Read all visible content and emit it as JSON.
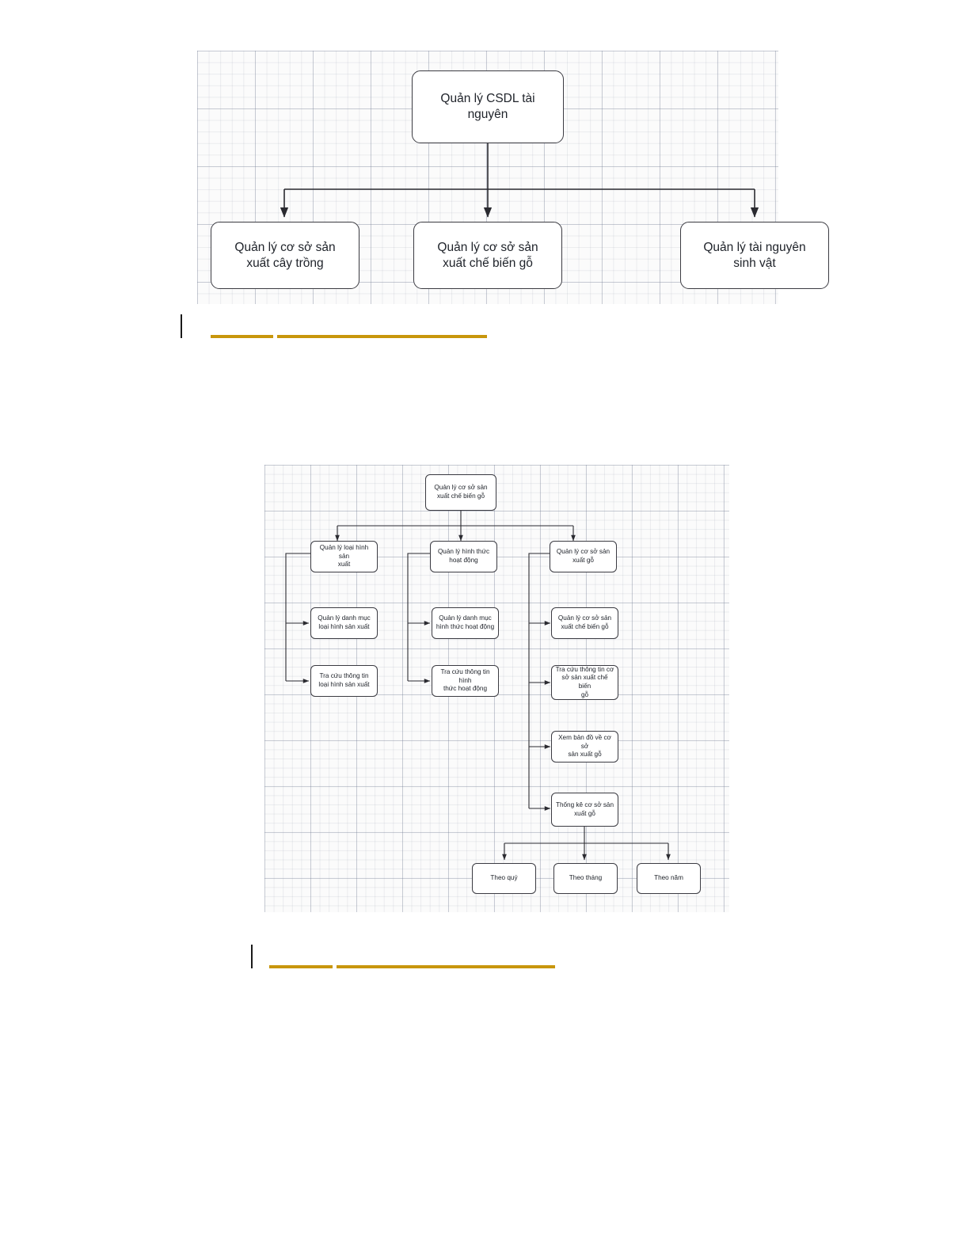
{
  "document": {
    "page_background": "#ffffff",
    "accent_color": "#c8960c",
    "node_border_color": "#3b3b42",
    "grid_color": "#6e7891"
  },
  "figure_1": {
    "name": "so-do-phan-ra-chuc-nang-quan-ly-csdl-tai-nguyen",
    "root": {
      "label": "Quản lý CSDL tài\nnguyên"
    },
    "children": [
      {
        "label": "Quản lý cơ sở sản\nxuất cây trồng"
      },
      {
        "label": "Quản lý cơ sở sản\nxuất chế biến gỗ"
      },
      {
        "label": "Quản lý tài nguyên\nsinh vật"
      }
    ]
  },
  "caption_1": {
    "redacted": true,
    "rule_short": "",
    "rule_long": ""
  },
  "figure_2": {
    "name": "so-do-phan-ra-chuc-nang-quan-ly-co-so-san-xuat-che-bien-go",
    "root": {
      "label": "Quản lý cơ sở sản\nxuất chế biến gỗ"
    },
    "columns": [
      {
        "head": {
          "label": "Quản lý loại hình sản\nxuất"
        },
        "items": [
          {
            "label": "Quản lý danh mục\nloại hình sản xuất"
          },
          {
            "label": "Tra cứu thông tin\nloại hình sản xuất"
          }
        ]
      },
      {
        "head": {
          "label": "Quản lý hình thức\nhoạt động"
        },
        "items": [
          {
            "label": "Quản lý danh mục\nhình thức hoạt động"
          },
          {
            "label": "Tra cứu thông tin hình\nthức hoạt động"
          }
        ]
      },
      {
        "head": {
          "label": "Quản lý cơ sở sản\nxuất gỗ"
        },
        "items": [
          {
            "label": "Quản lý cơ sở sản\nxuất chế biến gỗ"
          },
          {
            "label": "Tra cứu thông tin cơ\nsở sản xuất chế biến\ngỗ"
          },
          {
            "label": "Xem bản đồ về cơ sở\nsản xuất gỗ"
          },
          {
            "label": "Thống kê cơ sở sản\nxuất gỗ"
          }
        ]
      }
    ],
    "statistics_children": [
      {
        "label": "Theo quý"
      },
      {
        "label": "Theo tháng"
      },
      {
        "label": "Theo năm"
      }
    ]
  },
  "caption_2": {
    "redacted": true,
    "rule_short": "",
    "rule_long": ""
  }
}
